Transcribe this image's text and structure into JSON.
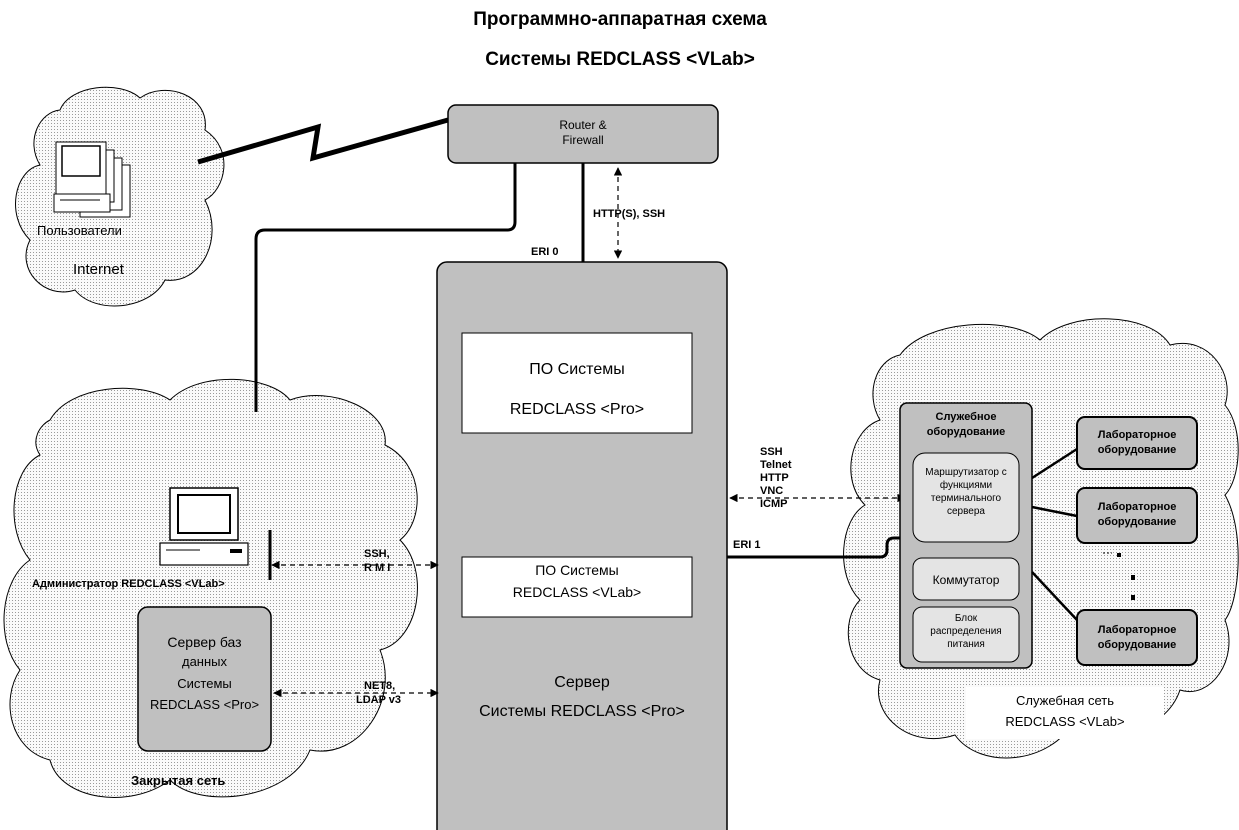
{
  "title": {
    "line1": "Программно-аппаратная схема",
    "line2": "Системы REDCLASS <VLab>"
  },
  "internet_cloud": {
    "users_label": "Пользователи",
    "cloud_label": "Internet"
  },
  "router": {
    "line1": "Router &",
    "line2": "Firewall"
  },
  "links": {
    "http_ssh": "HTTP(S), SSH",
    "eri0": "ERI 0",
    "eri1": "ERI 1",
    "ssh_rmi_1": "SSH,",
    "ssh_rmi_2": "R M I",
    "net8_1": "NET8,",
    "net8_2": "LDAP v3",
    "protocols": [
      "SSH",
      "Telnet",
      "HTTP",
      "VNC",
      "ICMP"
    ]
  },
  "server": {
    "po_pro_1": "ПО Системы",
    "po_pro_2": "REDCLASS <Pro>",
    "po_vlab_1": "ПО Системы",
    "po_vlab_2": "REDCLASS <VLab>",
    "label_1": "Сервер",
    "label_2": "Системы REDCLASS <Pro>"
  },
  "closed_net": {
    "admin_label": "Администратор REDCLASS <VLab>",
    "db_1": "Сервер баз",
    "db_2": "данных",
    "db_3": "Системы",
    "db_4": "REDCLASS <Pro>",
    "cloud_label": "Закрытая сеть"
  },
  "service_net": {
    "group_1": "Служебное",
    "group_2": "оборудование",
    "router_1": "Маршрутизатор с",
    "router_2": "функциями",
    "router_3": "терминального",
    "router_4": "сервера",
    "switch": "Коммутатор",
    "pdu_1": "Блок",
    "pdu_2": "распределения",
    "pdu_3": "питания",
    "lab_1": "Лабораторное",
    "lab_2": "оборудование",
    "cloud_1": "Служебная сеть",
    "cloud_2": "REDCLASS <VLab>"
  },
  "colors": {
    "box_fill": "#c0c0c0",
    "cloud_fill": "#ececec",
    "stroke": "#000000"
  }
}
